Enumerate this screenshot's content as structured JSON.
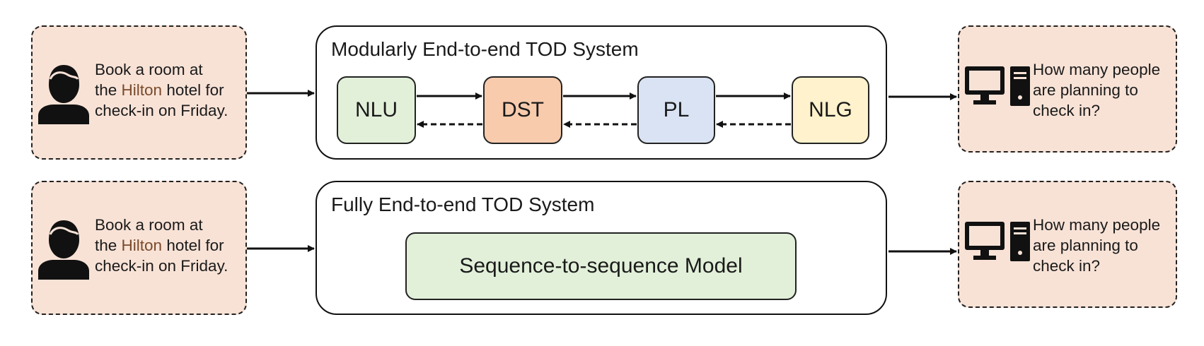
{
  "rows": [
    {
      "user": {
        "line1": "Book a room at",
        "line2_pre": "the ",
        "line2_hl": "Hilton",
        "line2_post": " hotel for",
        "line3": "check-in on Friday."
      },
      "system_title": "Modularly End-to-end TOD System",
      "modules": [
        {
          "label": "NLU",
          "color": "#e2f0d9"
        },
        {
          "label": "DST",
          "color": "#f8cbad"
        },
        {
          "label": "PL",
          "color": "#dae3f3"
        },
        {
          "label": "NLG",
          "color": "#fff2cc"
        }
      ],
      "response": {
        "line1": "How many people",
        "line2": "are planning to",
        "line3": "check in?"
      }
    },
    {
      "user": {
        "line1": "Book a room at",
        "line2_pre": "the ",
        "line2_hl": "Hilton",
        "line2_post": " hotel for",
        "line3": "check-in on Friday."
      },
      "system_title": "Fully End-to-end TOD System",
      "model": {
        "label": "Sequence-to-sequence Model",
        "color": "#e2f0d9"
      },
      "response": {
        "line1": "How many people",
        "line2": "are planning to",
        "line3": "check in?"
      }
    }
  ],
  "icons": {
    "user": "person-icon",
    "system": "computer-icon"
  },
  "colors": {
    "dashed_box_bg": "#f8e2d6",
    "border": "#222222"
  }
}
